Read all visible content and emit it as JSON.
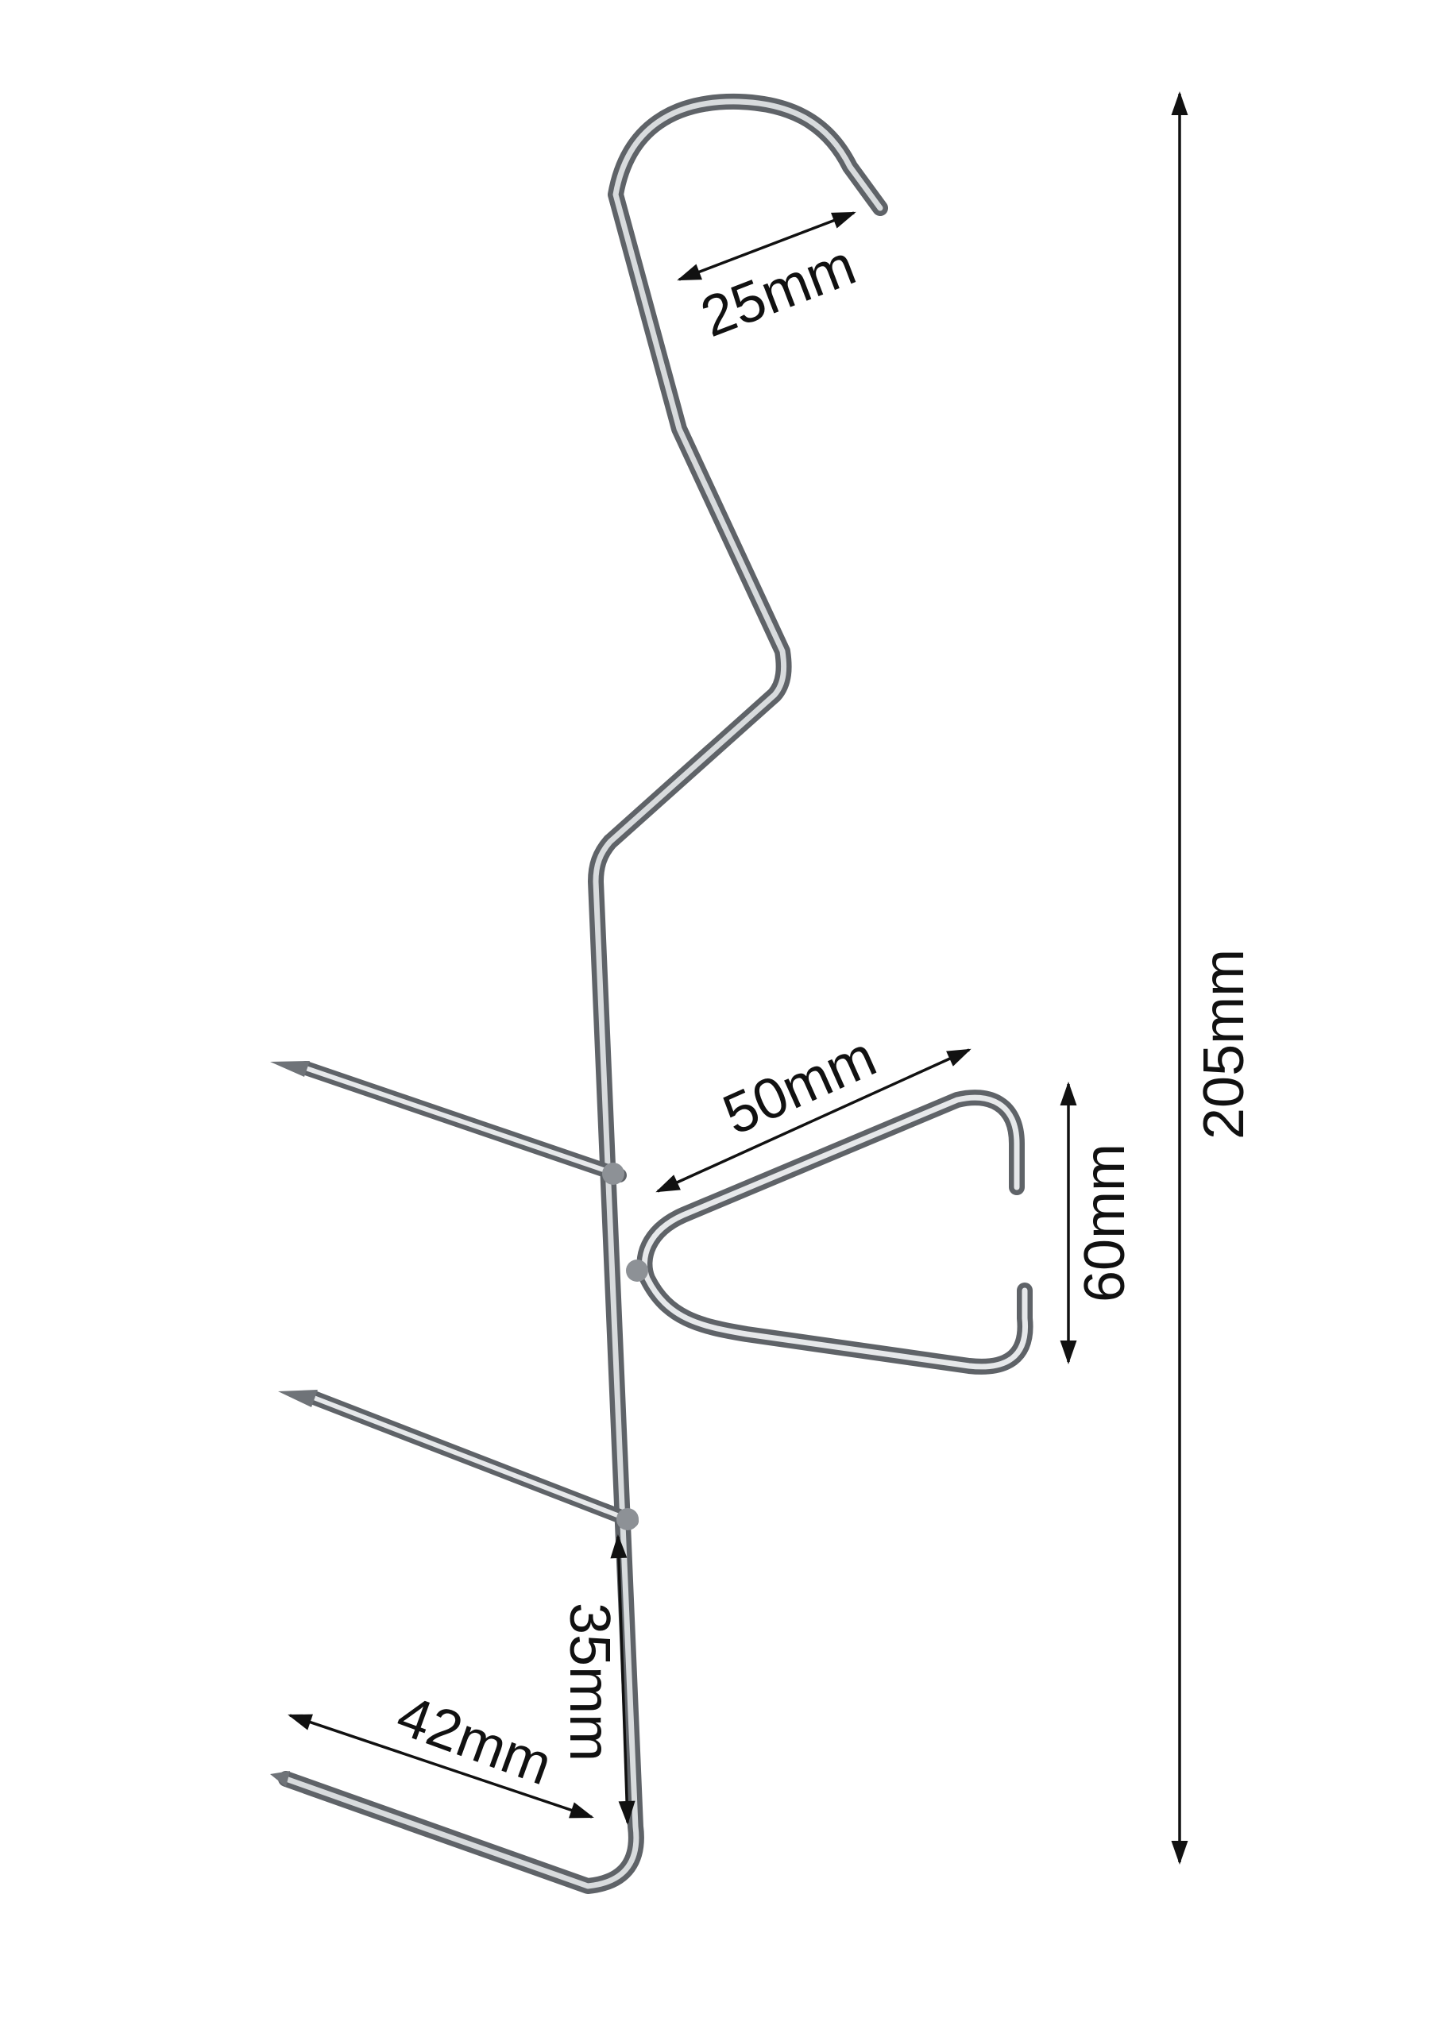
{
  "dimensions": {
    "hook_opening": "25mm",
    "total_height": "205mm",
    "v_hook_length": "50mm",
    "v_hook_height": "60mm",
    "bottom_prong_height": "35mm",
    "bottom_prong_length": "42mm"
  },
  "colors": {
    "background": "#ffffff",
    "steel_dark": "#5f6368",
    "steel_mid": "#a4a8ad",
    "steel_light": "#e6e8ea",
    "dimension_ink": "#111111"
  }
}
